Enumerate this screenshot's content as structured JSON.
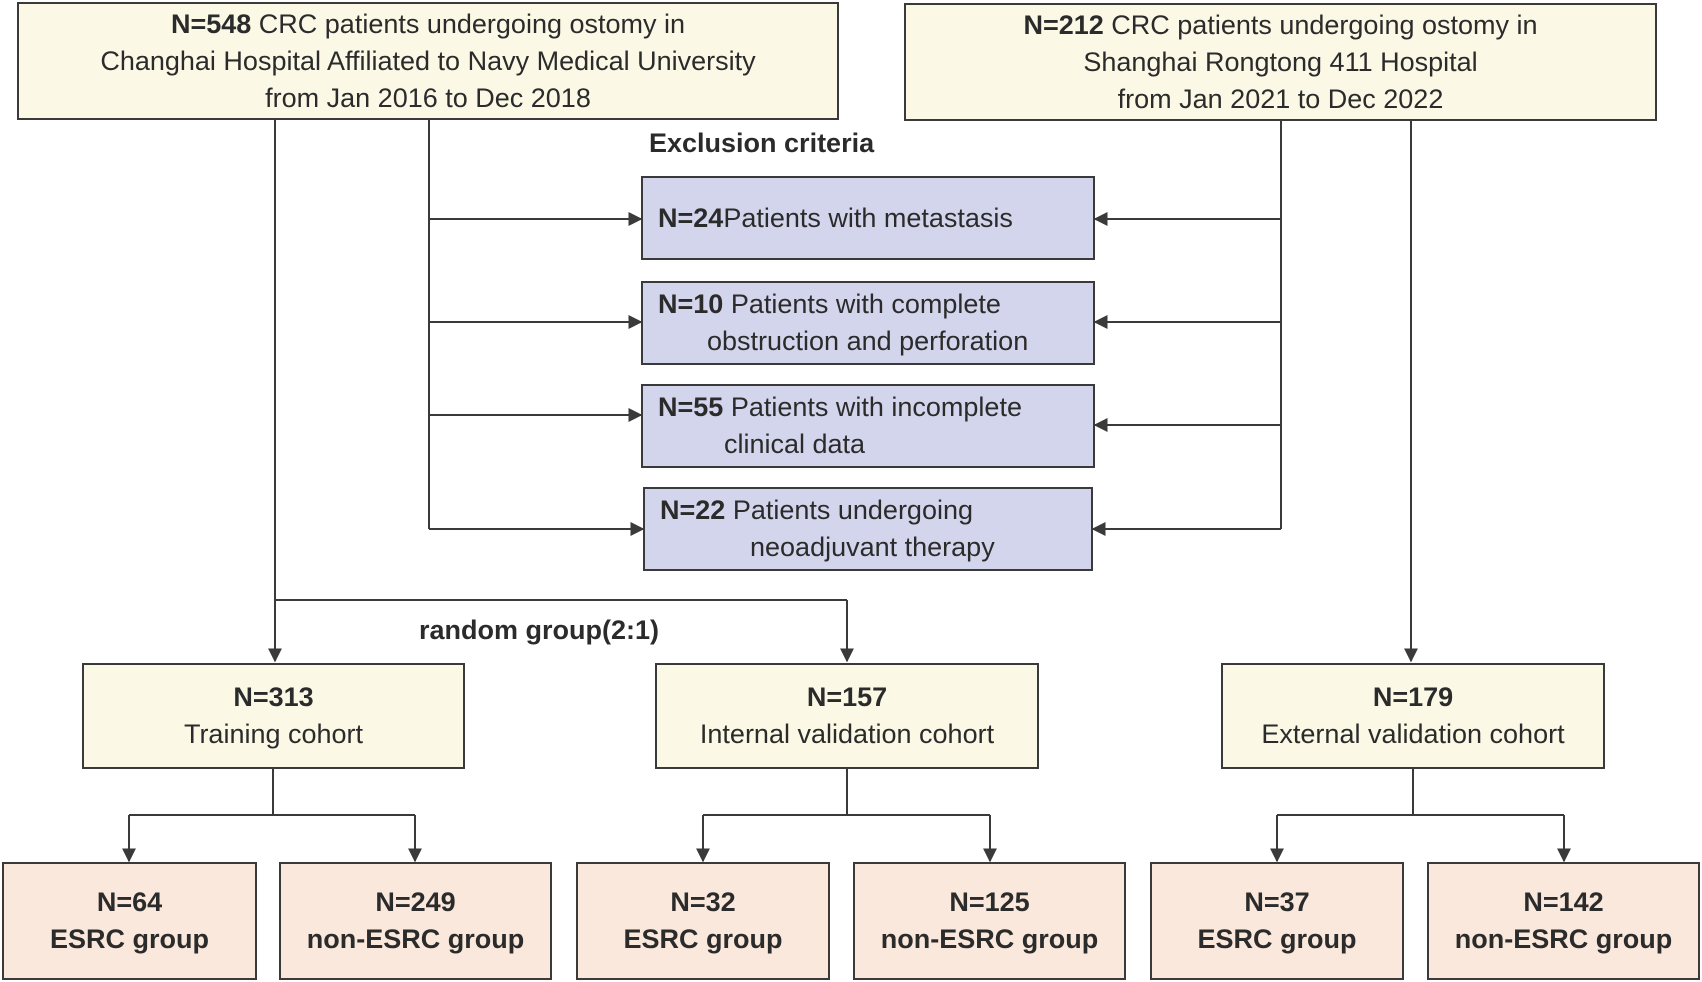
{
  "sources": {
    "left": {
      "n": "N=548",
      "line1_rest": " CRC patients undergoing ostomy  in",
      "line2": "Changhai Hospital Affiliated to Navy Medical University",
      "line3": "from Jan 2016 to Dec 2018"
    },
    "right": {
      "n": "N=212",
      "line1_rest": " CRC patients undergoing ostomy  in",
      "line2": "Shanghai Rongtong 411 Hospital",
      "line3": "from Jan 2021 to Dec 2022"
    }
  },
  "exclusion": {
    "title": "Exclusion criteria",
    "items": [
      {
        "n": "N=24",
        "line1": "Patients with metastasis",
        "line2": ""
      },
      {
        "n": "N=10",
        "line1": " Patients with complete",
        "line2": "obstruction and perforation"
      },
      {
        "n": "N=55",
        "line1": " Patients with incomplete",
        "line2": "clinical data"
      },
      {
        "n": "N=22",
        "line1": " Patients undergoing",
        "line2": "neoadjuvant therapy"
      }
    ]
  },
  "random_label": "random group(2:1)",
  "cohorts": [
    {
      "n": "N=313",
      "label": "Training cohort"
    },
    {
      "n": "N=157",
      "label": "Internal validation cohort"
    },
    {
      "n": "N=179",
      "label": "External validation cohort"
    }
  ],
  "groups": [
    {
      "n": "N=64",
      "label": "ESRC group"
    },
    {
      "n": "N=249",
      "label": "non-ESRC group"
    },
    {
      "n": "N=32",
      "label": "ESRC group"
    },
    {
      "n": "N=125",
      "label": "non-ESRC group"
    },
    {
      "n": "N=37",
      "label": "ESRC group"
    },
    {
      "n": "N=142",
      "label": "non-ESRC group"
    }
  ],
  "colors": {
    "cream": "#fbf8e6",
    "lavender": "#d3d5ec",
    "peach": "#f9e8db",
    "line": "#3a3a3a"
  }
}
